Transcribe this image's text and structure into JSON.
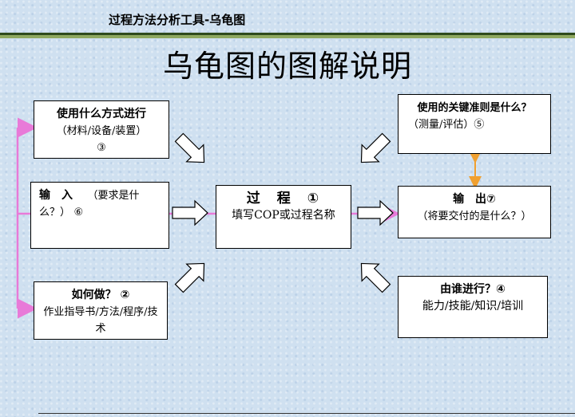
{
  "header": {
    "title": "过程方法分析工具-乌龟图"
  },
  "main_title": "乌龟图的图解说明",
  "boxes": {
    "method": {
      "title": "使用什么方式进行",
      "sub": "（材料/设备/装置）",
      "num": "③"
    },
    "input": {
      "title": "输　入",
      "sub": "（要求是什么？）",
      "num": "⑥"
    },
    "how": {
      "title": "如何做？ ②",
      "sub": "作业指导书/方法/程序/技术"
    },
    "process": {
      "title": "过　程　①",
      "sub": "填写COP或过程名称"
    },
    "criteria": {
      "title": "使用的关键准则是什么？",
      "sub": "（测量/评估）⑤"
    },
    "output": {
      "title": "输　出⑦",
      "sub": "（将要交付的是什么？）"
    },
    "who": {
      "title": "由谁进行？④",
      "sub": "能力/技能/知识/培训"
    }
  },
  "colors": {
    "connector_pink": "#e87ad8",
    "connector_orange": "#f0a030",
    "box_border": "#000000"
  }
}
